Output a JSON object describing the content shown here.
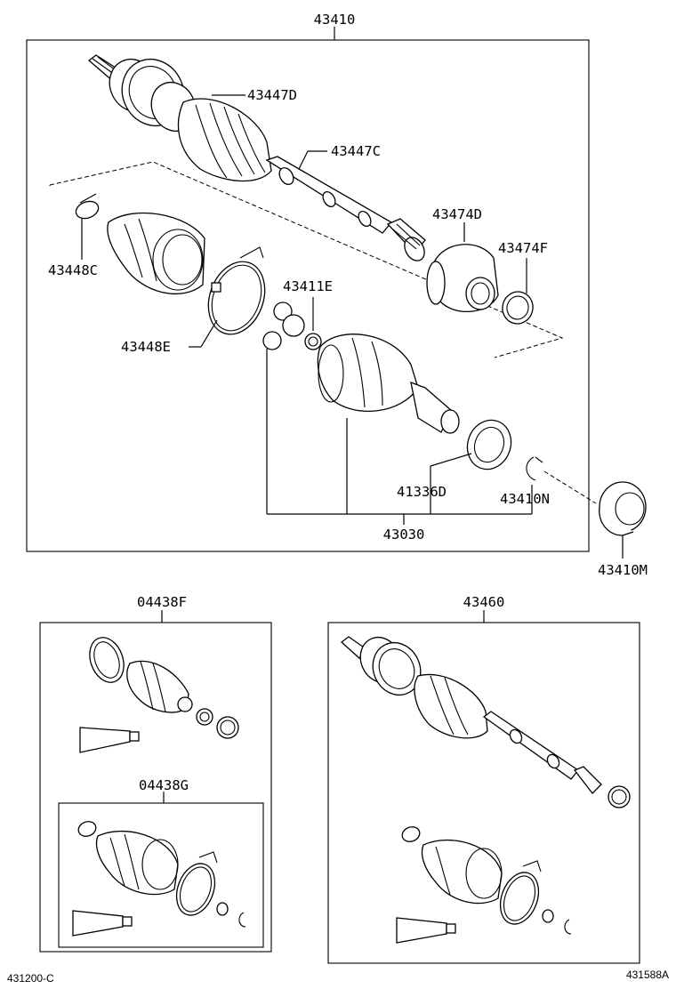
{
  "labels": {
    "p43410": "43410",
    "p43447D": "43447D",
    "p43447C": "43447C",
    "p43474D": "43474D",
    "p43474F": "43474F",
    "p43448C": "43448C",
    "p43411E": "43411E",
    "p43448E": "43448E",
    "p41336D": "41336D",
    "p43410N": "43410N",
    "p43030": "43030",
    "p43410M": "43410M",
    "p04438F": "04438F",
    "p04438G": "04438G",
    "p43460": "43460"
  },
  "codes": {
    "left": "431200-C",
    "right": "431588A"
  }
}
